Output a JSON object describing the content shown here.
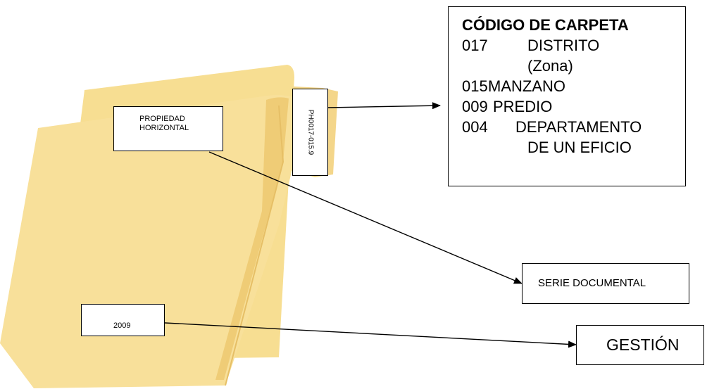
{
  "folder": {
    "label_top": [
      "PROPIEDAD",
      "HORIZONTAL"
    ],
    "tab_code": "PH0017-015.9",
    "label_year": "2009"
  },
  "info_box": {
    "title": "CÓDIGO DE CARPETA",
    "rows": [
      {
        "code": "017",
        "desc": "DISTRITO"
      },
      {
        "code": "",
        "desc": "(Zona)"
      },
      {
        "code": "015",
        "desc": "MANZANO"
      },
      {
        "code": "009",
        "desc": "PREDIO"
      },
      {
        "code": "004",
        "desc": "DEPARTAMENTO"
      },
      {
        "code": "",
        "desc": "DE UN EFICIO"
      }
    ]
  },
  "serie_label": "SERIE DOCUMENTAL",
  "gestion_label": "GESTIÓN",
  "colors": {
    "folder_fill": "#F7DE92",
    "folder_shade": "#EFCC76",
    "line": "#000000"
  }
}
